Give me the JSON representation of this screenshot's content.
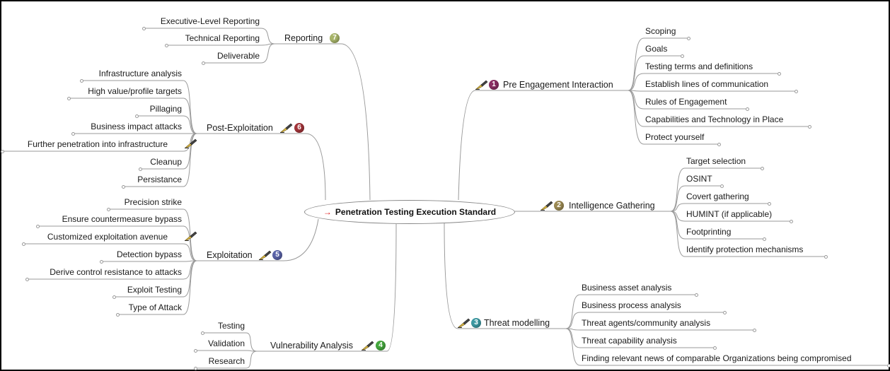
{
  "central_topic": {
    "label": "Penetration Testing Execution Standard",
    "arrow": "→"
  },
  "colors": {
    "b1": "#8a2f63",
    "b2": "#9c8a53",
    "b3": "#3e9aa3",
    "b4": "#45a83e",
    "b5": "#5a63a8",
    "b6": "#a3343a",
    "b7": "#a8b56a",
    "line": "#9a9a9a"
  },
  "branches": {
    "b1": {
      "label": "Pre Engagement Interaction",
      "number": "1",
      "icon": "paintbrush-icon",
      "children": [
        "Scoping",
        "Goals",
        "Testing terms and definitions",
        "Establish lines of communication",
        "Rules of Engagement",
        "Capabilities and Technology in Place",
        "Protect yourself"
      ]
    },
    "b2": {
      "label": "Intelligence Gathering",
      "number": "2",
      "icon": "paintbrush-icon",
      "children": [
        "Target selection",
        "OSINT",
        "Covert gathering",
        "HUMINT (if applicable)",
        "Footprinting",
        "Identify protection mechanisms"
      ]
    },
    "b3": {
      "label": "Threat modelling",
      "number": "3",
      "icon": "paintbrush-icon",
      "children": [
        "Business asset analysis",
        "Business process analysis",
        "Threat agents/community analysis",
        "Threat capability analysis",
        "Finding relevant news of comparable Organizations being compromised"
      ]
    },
    "b4": {
      "label": "Vulnerability Analysis",
      "number": "4",
      "icon": "paintbrush-icon",
      "children": [
        "Testing",
        "Validation",
        "Research"
      ]
    },
    "b5": {
      "label": "Exploitation",
      "number": "5",
      "icon": "paintbrush-icon",
      "children": [
        "Precision strike",
        "Ensure countermeasure bypass",
        "Customized exploitation avenue",
        "Detection bypass",
        "Derive control resistance to attacks",
        "Exploit Testing",
        "Type of Attack"
      ]
    },
    "b6": {
      "label": "Post-Exploitation",
      "number": "6",
      "icon": "paintbrush-icon",
      "children": [
        "Infrastructure analysis",
        "High value/profile targets",
        "Pillaging",
        "Business impact attacks",
        "Further penetration into infrastructure",
        "Cleanup",
        "Persistance"
      ]
    },
    "b7": {
      "label": "Reporting",
      "number": "7",
      "icon": "",
      "children": [
        "Executive-Level Reporting",
        "Technical Reporting",
        "Deliverable"
      ]
    }
  }
}
